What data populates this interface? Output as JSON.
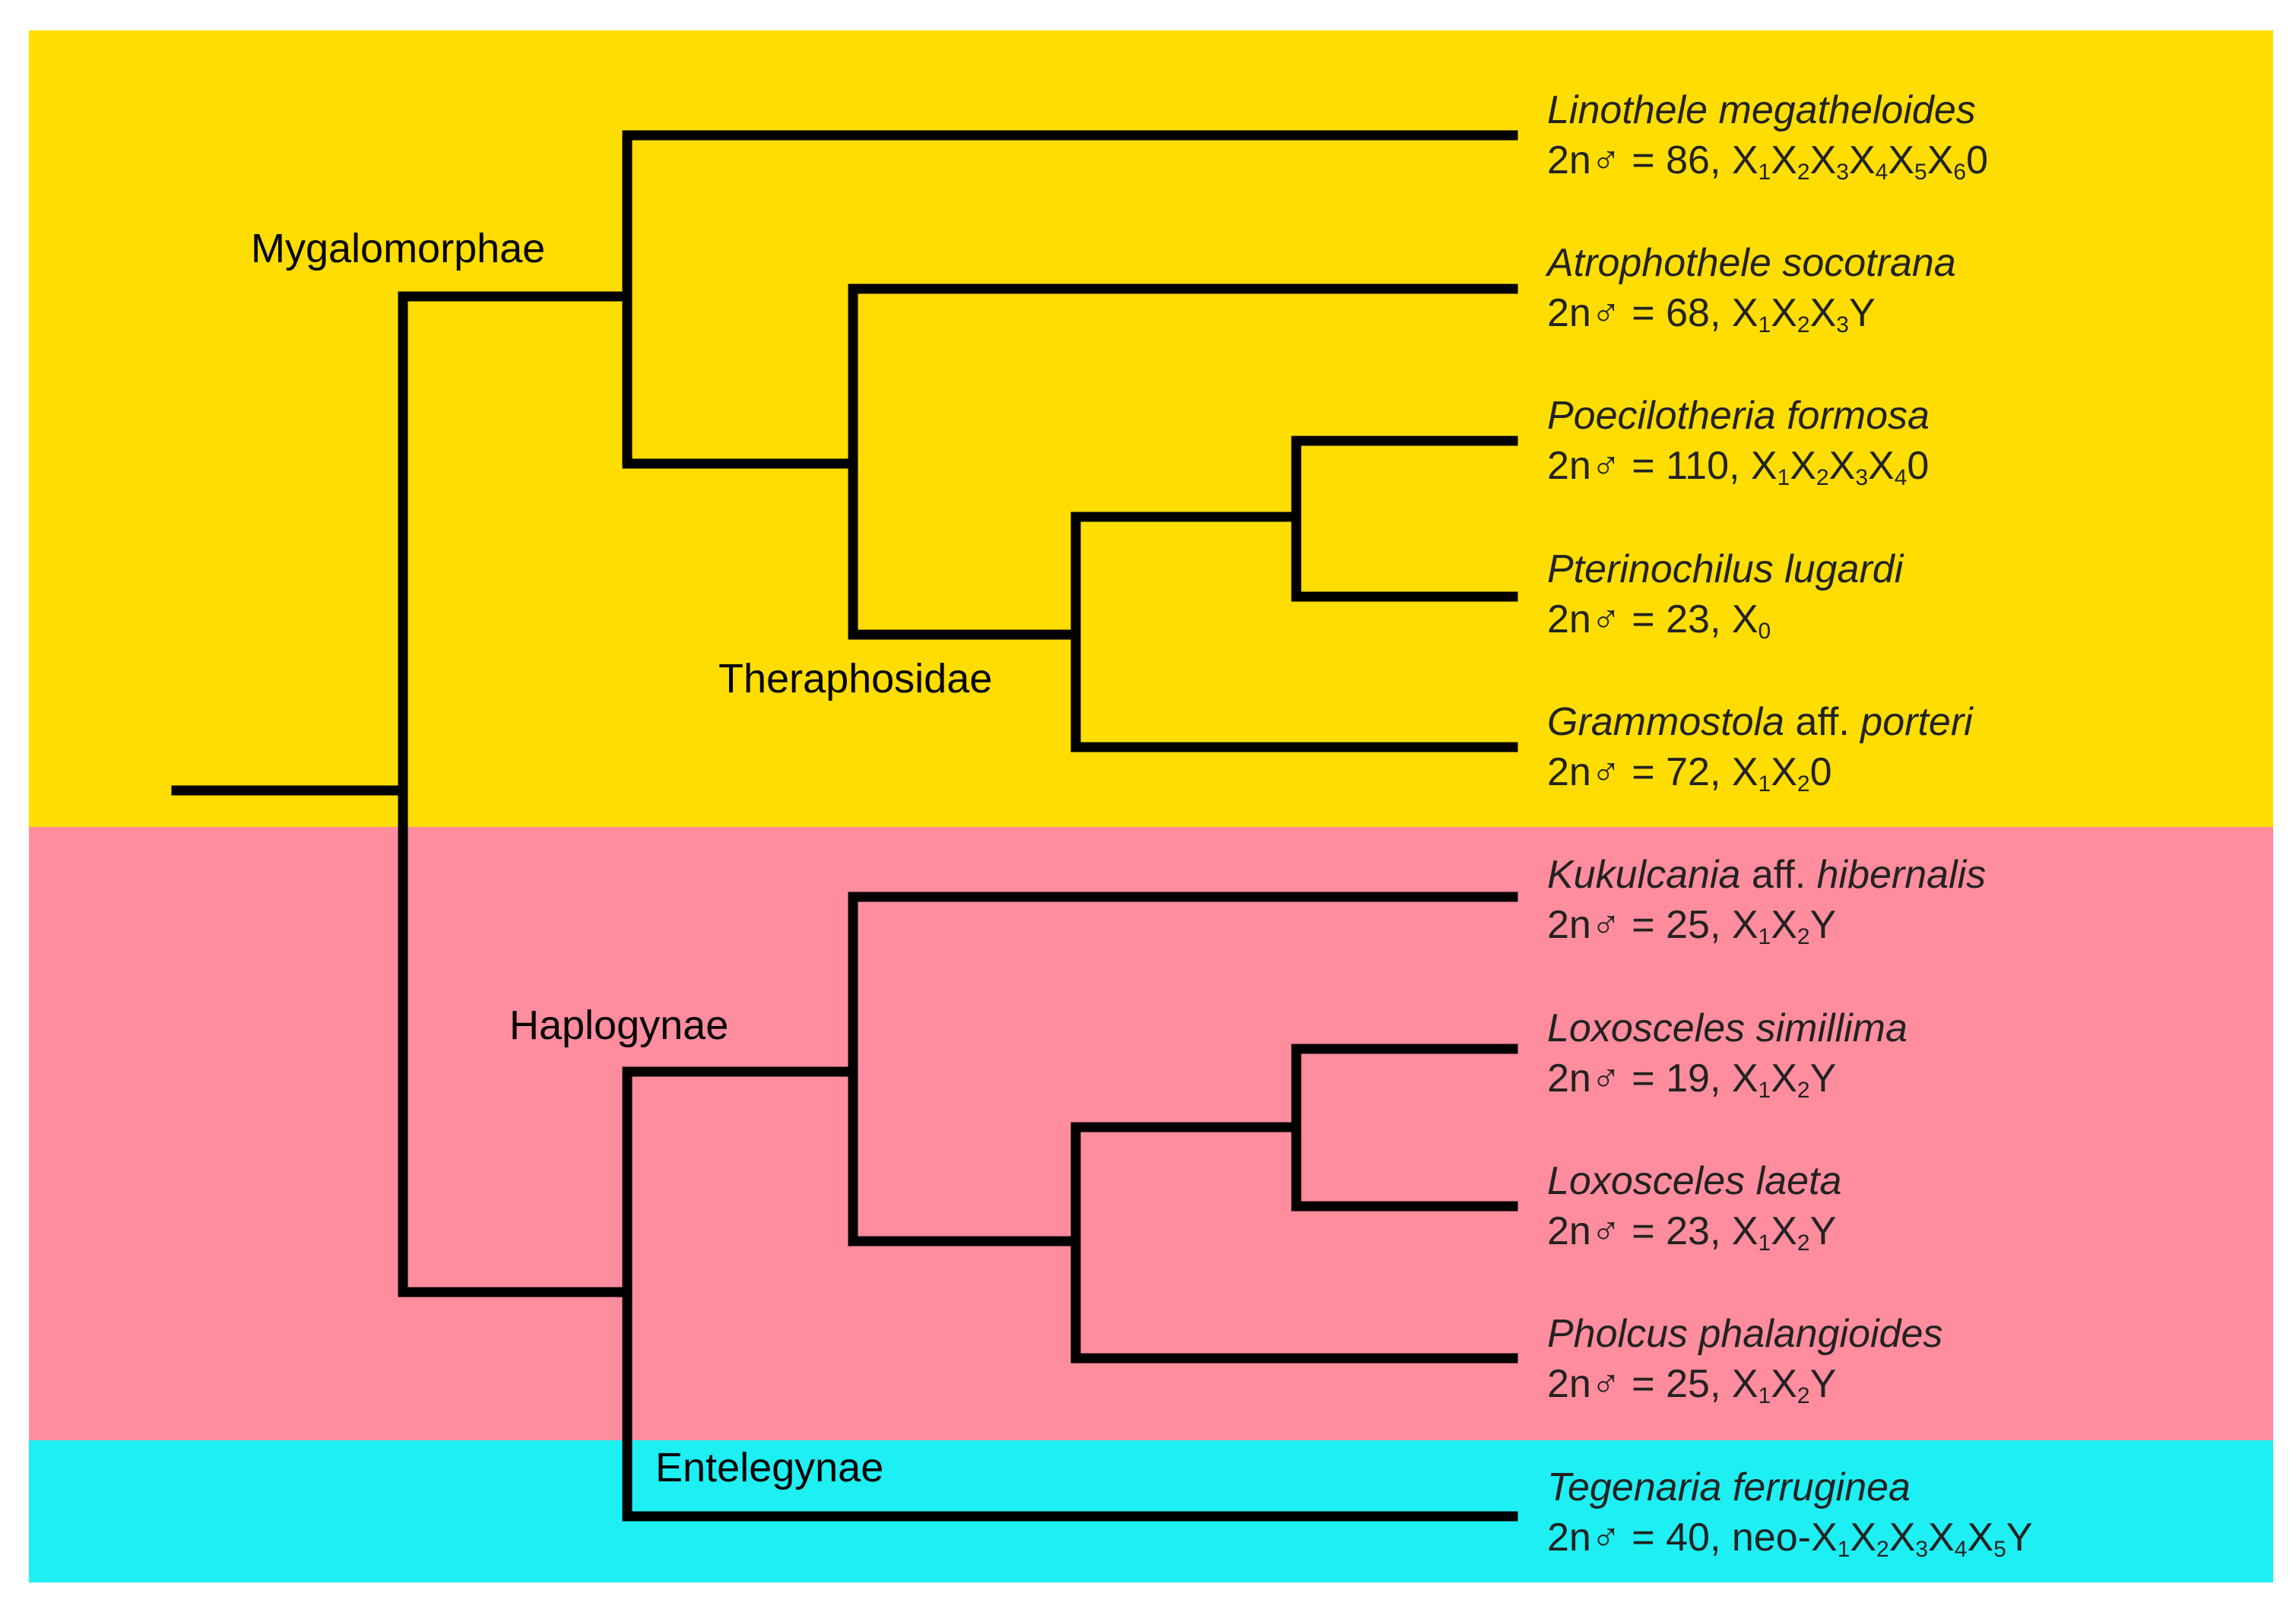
{
  "clades": {
    "mygalomorphae": "Mygalomorphae",
    "theraphosidae": "Theraphosidae",
    "haplogynae": "Haplogynae",
    "entelegynae": "Entelegynae"
  },
  "colors": {
    "mygalomorphae_band": "#FFDD00",
    "haplogynae_band": "#FF8D9D",
    "entelegynae_band": "#1EEFF3",
    "branches": "#000000"
  },
  "karyotype_prefix": "2n♂ = ",
  "taxa": [
    {
      "name": [
        {
          "t": "Linothele megatheloides",
          "i": true
        }
      ],
      "karyotype": "86, X1X2X3X4X5X60"
    },
    {
      "name": [
        {
          "t": "Atrophothele socotrana",
          "i": true
        }
      ],
      "karyotype": "68, X1X2X3Y"
    },
    {
      "name": [
        {
          "t": "Poecilotheria formosa",
          "i": true
        }
      ],
      "karyotype": "110, X1X2X3X40"
    },
    {
      "name": [
        {
          "t": "Pterinochilus lugardi",
          "i": true
        }
      ],
      "karyotype": "23, X0"
    },
    {
      "name": [
        {
          "t": "Grammostola",
          "i": true
        },
        {
          "t": " aff. ",
          "i": false
        },
        {
          "t": "porteri",
          "i": true
        }
      ],
      "karyotype": "72, X1X20"
    },
    {
      "name": [
        {
          "t": "Kukulcania",
          "i": true
        },
        {
          "t": " aff. ",
          "i": false
        },
        {
          "t": "hibernalis",
          "i": true
        }
      ],
      "karyotype": "25, X1X2Y"
    },
    {
      "name": [
        {
          "t": "Loxosceles simillima",
          "i": true
        }
      ],
      "karyotype": "19, X1X2Y"
    },
    {
      "name": [
        {
          "t": "Loxosceles laeta",
          "i": true
        }
      ],
      "karyotype": "23, X1X2Y"
    },
    {
      "name": [
        {
          "t": "Pholcus phalangioides",
          "i": true
        }
      ],
      "karyotype": "25, X1X2Y"
    },
    {
      "name": [
        {
          "t": "Tegenaria ferruginea",
          "i": true
        }
      ],
      "karyotype": "40, neo-X1X2X3X4X5Y"
    }
  ]
}
